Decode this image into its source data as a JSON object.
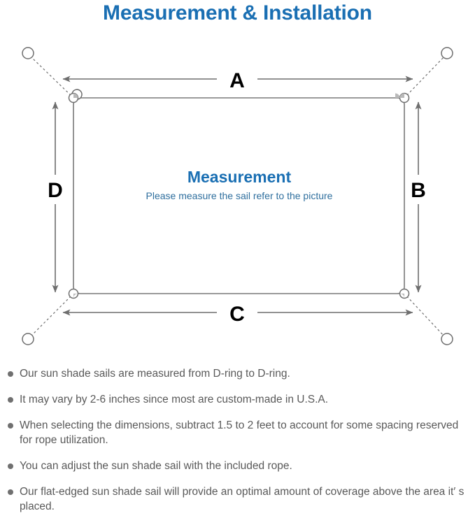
{
  "page": {
    "title": "Measurement & Installation",
    "title_color": "#1a6fb3",
    "background": "#ffffff"
  },
  "diagram": {
    "name": "sun-shade-sail-measurement-diagram",
    "sail": {
      "shape": "rectangle",
      "fill": "#ffffff",
      "stroke": "#7a7a7a",
      "caption_heading": "Measurement",
      "caption_subtitle": "Please measure the sail refer to the picture",
      "caption_heading_color": "#1a6fb3",
      "caption_subtitle_color": "#2f6f9e"
    },
    "dimension_labels": [
      {
        "id": "A",
        "label": "A",
        "edge": "top",
        "orientation": "horizontal"
      },
      {
        "id": "B",
        "label": "B",
        "edge": "right",
        "orientation": "vertical"
      },
      {
        "id": "C",
        "label": "C",
        "edge": "bottom",
        "orientation": "horizontal"
      },
      {
        "id": "D",
        "label": "D",
        "edge": "left",
        "orientation": "vertical"
      }
    ],
    "corner_hardware": [
      {
        "id": "top-left",
        "type": "d-ring"
      },
      {
        "id": "top-right",
        "type": "d-ring"
      },
      {
        "id": "bottom-left",
        "type": "d-ring"
      },
      {
        "id": "bottom-right",
        "type": "d-ring"
      }
    ],
    "anchor_points": [
      {
        "id": "anchor-top-left",
        "type": "anchor-ring"
      },
      {
        "id": "anchor-top-right",
        "type": "anchor-ring"
      },
      {
        "id": "anchor-bottom-left",
        "type": "anchor-ring"
      },
      {
        "id": "anchor-bottom-right",
        "type": "anchor-ring"
      }
    ],
    "rope_style": "dotted",
    "line_color": "#7a7a7a",
    "arrow_color": "#6e6e6e",
    "label_color": "#000000"
  },
  "notes": [
    "Our sun shade sails are measured from D-ring to D-ring.",
    "It may vary by 2-6 inches since most are custom-made in U.S.A.",
    "When selecting the dimensions, subtract 1.5 to 2 feet to account for some spacing reserved for rope utilization.",
    "You can adjust the sun shade sail with the included rope.",
    "Our flat-edged sun shade sail will provide an optimal amount of coverage above the area it′ s placed."
  ]
}
